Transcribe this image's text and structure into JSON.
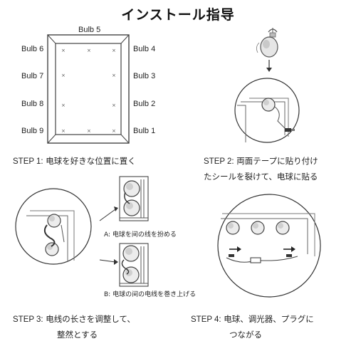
{
  "title": "インストール指导",
  "bulbs": {
    "b1": "Bulb 1",
    "b2": "Bulb 2",
    "b3": "Bulb 3",
    "b4": "Bulb 4",
    "b5": "Bulb 5",
    "b6": "Bulb 6",
    "b7": "Bulb 7",
    "b8": "Bulb 8",
    "b9": "Bulb 9"
  },
  "step1": {
    "num": "STEP 1:",
    "text": "电球を好きな位置に置く"
  },
  "step2": {
    "num": "STEP 2:",
    "line1": "両面テープに贴り付け",
    "line2": "たシールを裂けて、电球に贴る"
  },
  "step3": {
    "num": "STEP 3:",
    "line1": "电线の长さを调整して、",
    "line2": "整然とする"
  },
  "step4": {
    "num": "STEP 4:",
    "line1": "电球、调光器、プラグに",
    "line2": "つながる"
  },
  "caption_a": "A: 电球を间の线を扮める",
  "caption_b": "B: 电球の间の电线を巻き上げる"
}
